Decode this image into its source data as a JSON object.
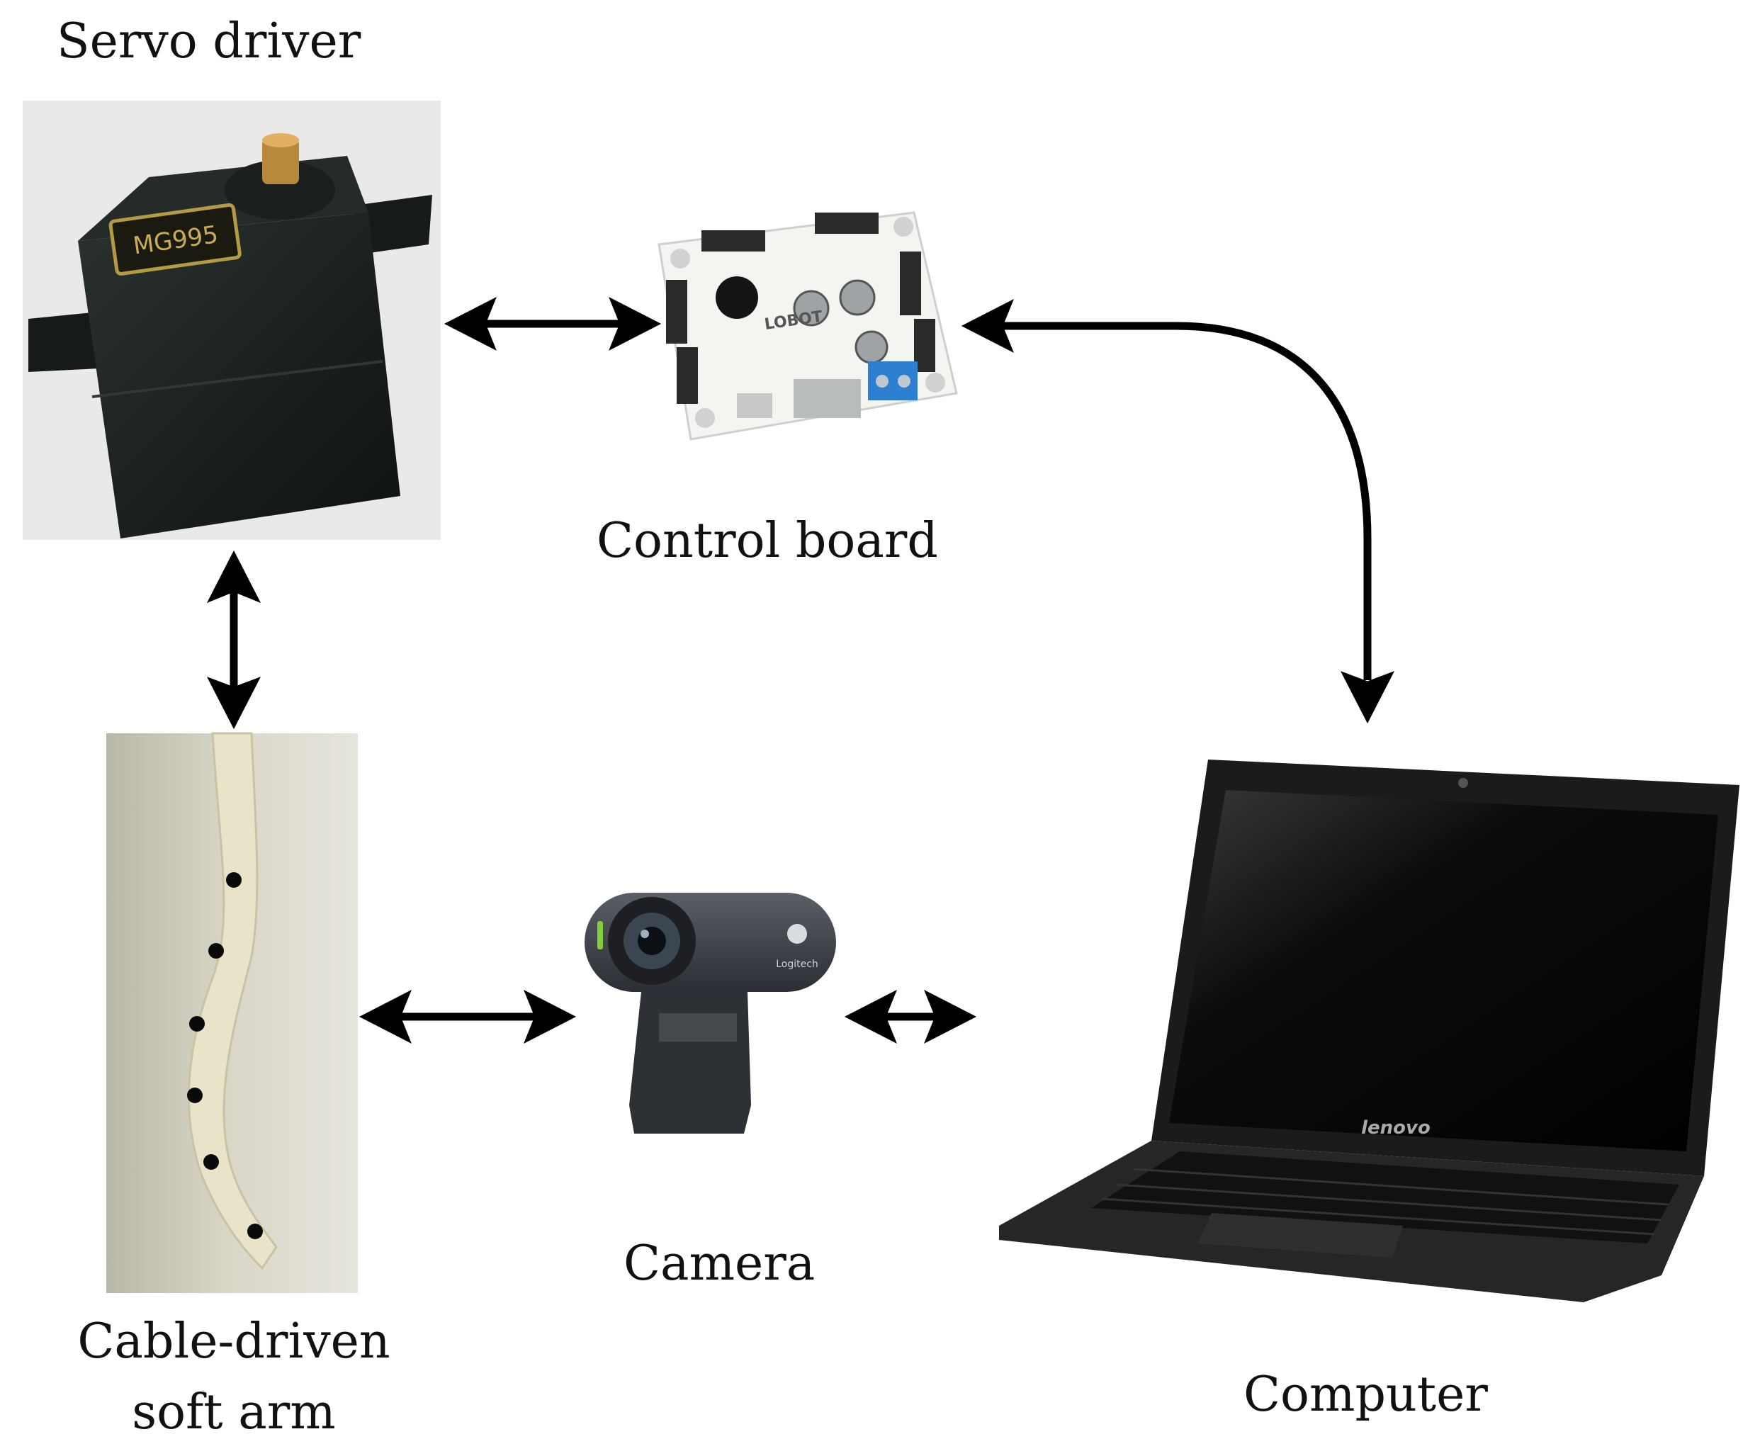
{
  "components": {
    "servo": {
      "label": "Servo driver",
      "plate_text": "MG995"
    },
    "control_board": {
      "label": "Control board",
      "brand_text": "LOBOT"
    },
    "soft_arm": {
      "label_line1": "Cable-driven",
      "label_line2": "soft arm"
    },
    "camera": {
      "label": "Camera",
      "brand_text": "Logitech"
    },
    "computer": {
      "label": "Computer",
      "brand_text": "lenovo"
    }
  },
  "connections": [
    {
      "from": "servo",
      "to": "control_board",
      "direction": "bidirectional"
    },
    {
      "from": "control_board",
      "to": "computer",
      "direction": "bidirectional"
    },
    {
      "from": "servo",
      "to": "soft_arm",
      "direction": "bidirectional"
    },
    {
      "from": "soft_arm",
      "to": "camera",
      "direction": "bidirectional"
    },
    {
      "from": "camera",
      "to": "computer",
      "direction": "bidirectional"
    }
  ]
}
